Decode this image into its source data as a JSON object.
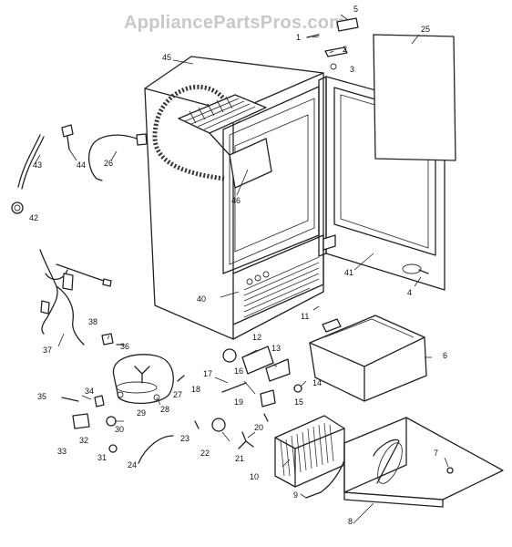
{
  "watermark": "AppliancePartsPros.com",
  "part_labels": [
    "1",
    "2",
    "3",
    "4",
    "5",
    "6",
    "7",
    "8",
    "9",
    "10",
    "11",
    "12",
    "13",
    "14",
    "15",
    "16",
    "17",
    "18",
    "19",
    "20",
    "21",
    "22",
    "23",
    "24",
    "25",
    "26",
    "27",
    "28",
    "29",
    "30",
    "31",
    "32",
    "33",
    "34",
    "35",
    "36",
    "37",
    "38",
    "40",
    "41",
    "42",
    "43",
    "44",
    "45",
    "46"
  ]
}
